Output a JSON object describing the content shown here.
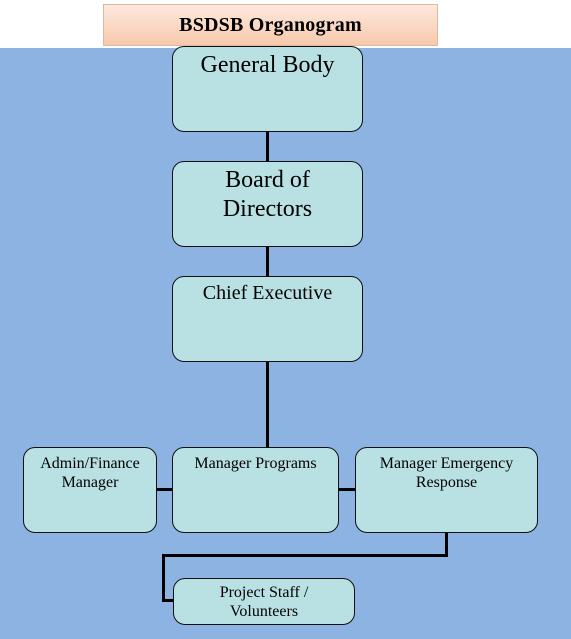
{
  "title": "BSDSB Organogram",
  "nodes": {
    "general_body": "General Body",
    "board_line1": "Board of",
    "board_line2": "Directors",
    "chief_executive": "Chief Executive",
    "admin_line1": "Admin/Finance",
    "admin_line2": "Manager",
    "manager_programs": "Manager Programs",
    "emergency_line1": "Manager Emergency",
    "emergency_line2": "Response",
    "staff_line1": "Project Staff /",
    "staff_line2": "Volunteers"
  },
  "colors": {
    "background": "#8db3e2",
    "node_fill": "#b9e0e3",
    "title_fill": "#f7c9ad"
  }
}
